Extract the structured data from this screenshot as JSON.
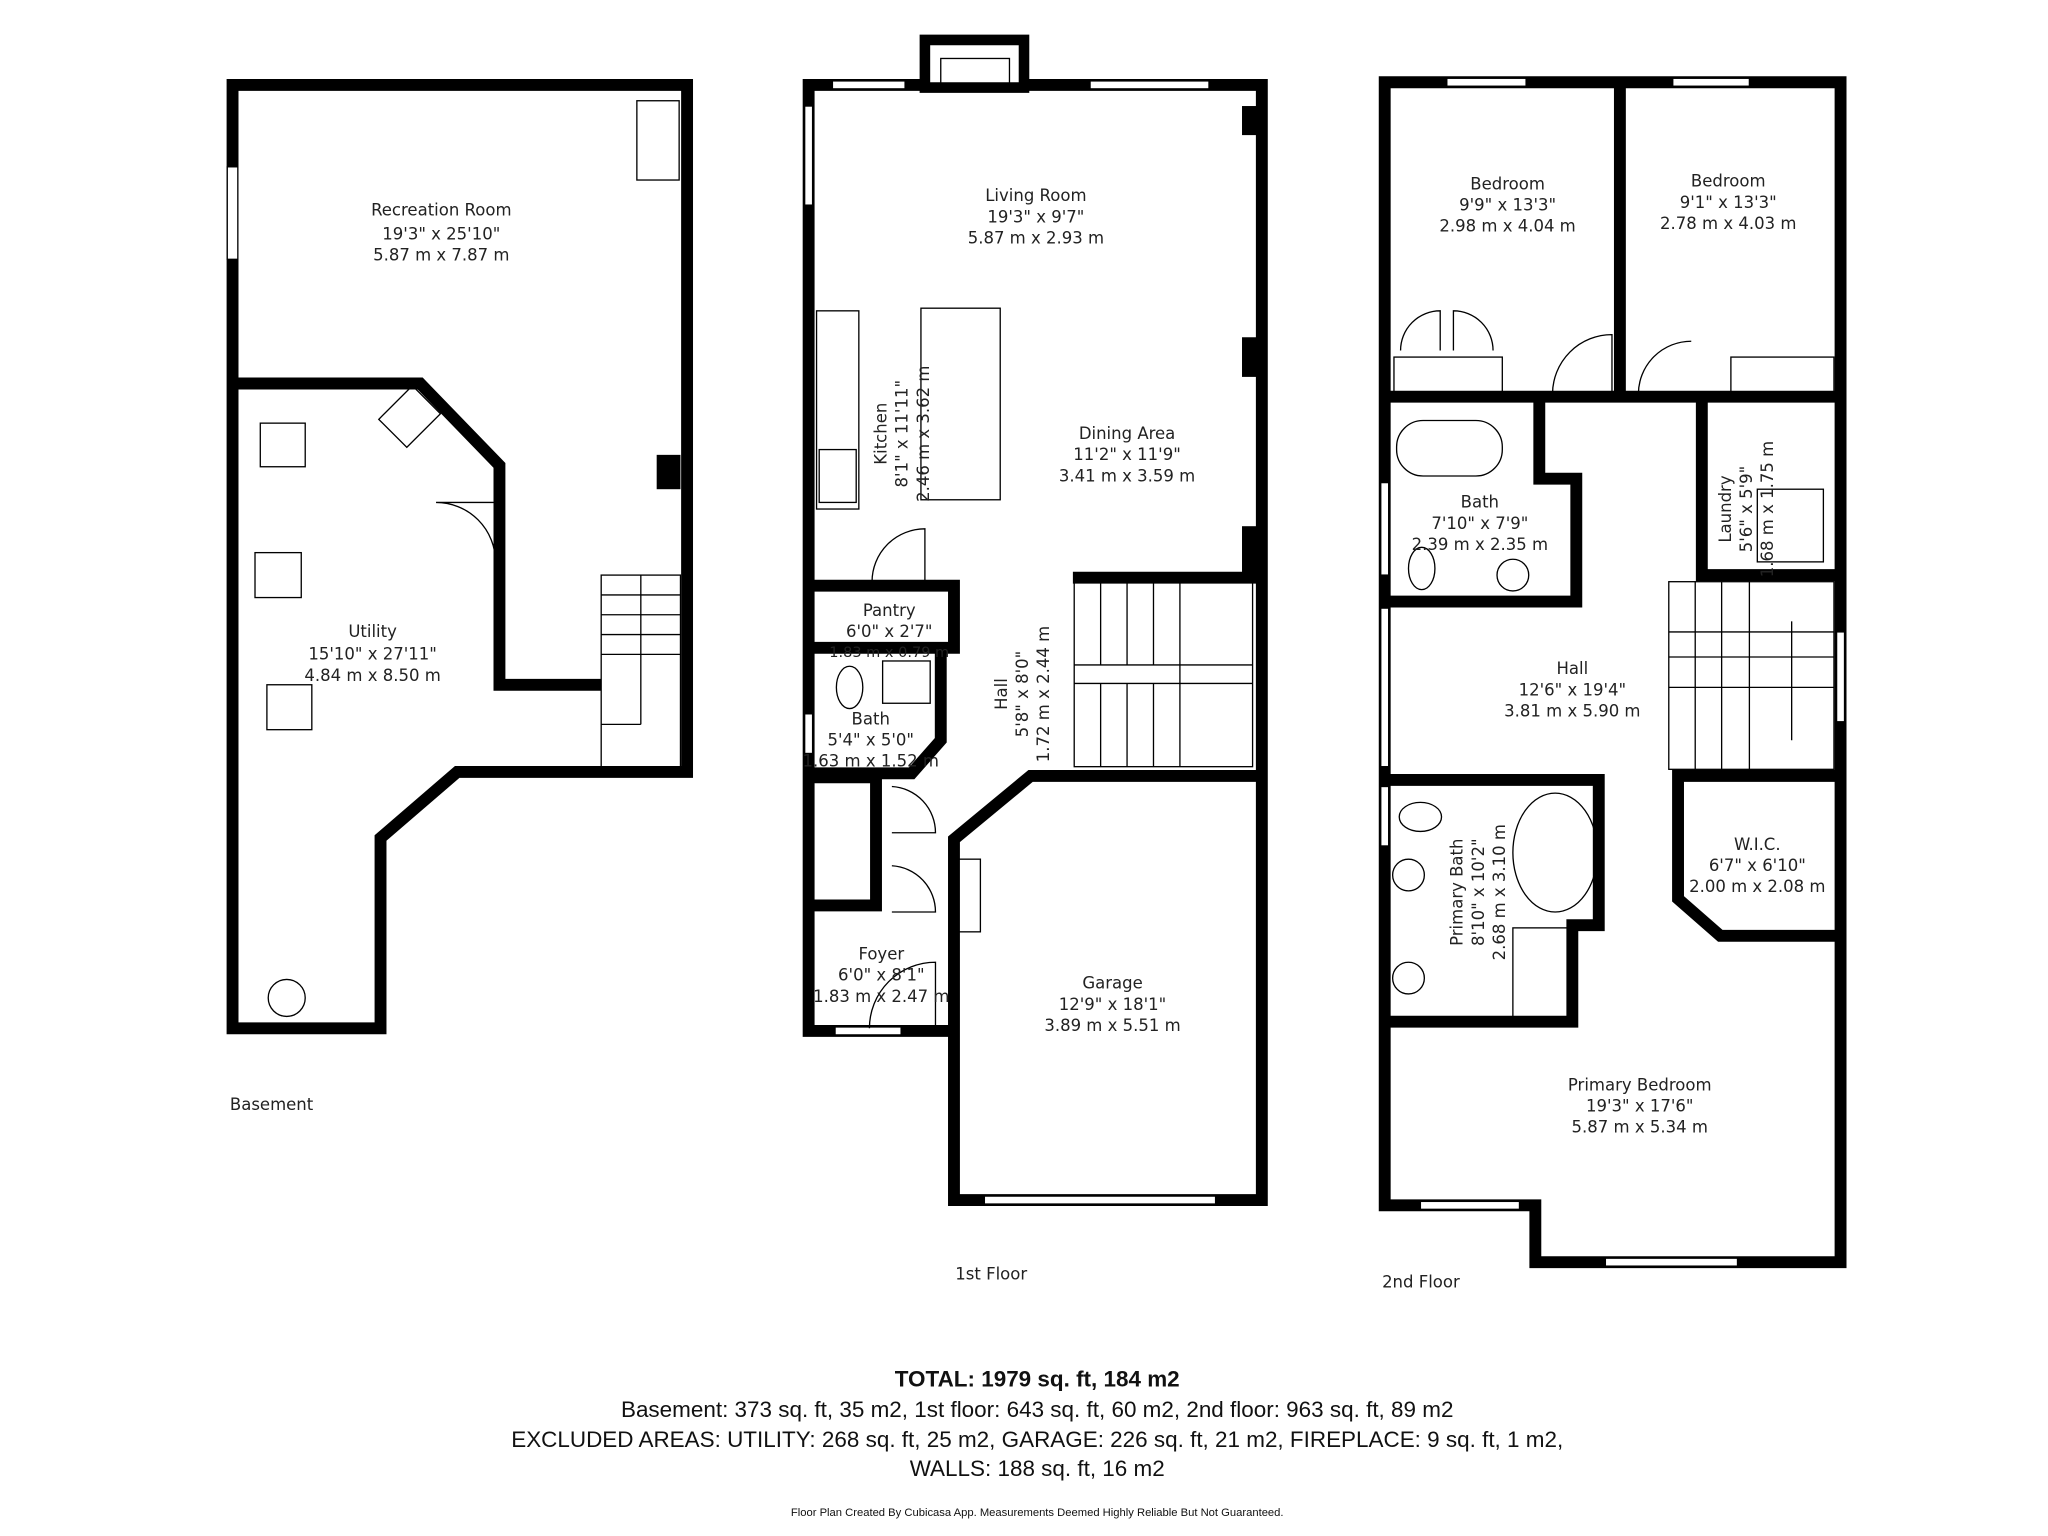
{
  "floors": {
    "basement": {
      "label": "Basement",
      "rooms": [
        {
          "name": "Recreation Room",
          "imperial": "19'3\" x 25'10\"",
          "metric": "5.87 m x 7.87 m"
        },
        {
          "name": "Utility",
          "imperial": "15'10\" x 27'11\"",
          "metric": "4.84 m x 8.50 m"
        }
      ]
    },
    "first": {
      "label": "1st Floor",
      "rooms": [
        {
          "name": "Living Room",
          "imperial": "19'3\" x 9'7\"",
          "metric": "5.87 m x 2.93 m"
        },
        {
          "name": "Kitchen",
          "imperial": "8'1\" x 11'11\"",
          "metric": "2.46 m x 3.62 m"
        },
        {
          "name": "Dining Area",
          "imperial": "11'2\" x 11'9\"",
          "metric": "3.41 m x 3.59 m"
        },
        {
          "name": "Pantry",
          "imperial": "6'0\" x 2'7\"",
          "metric": "1.83 m x 0.79 m"
        },
        {
          "name": "Bath",
          "imperial": "5'4\" x 5'0\"",
          "metric": "1.63 m x 1.52 m"
        },
        {
          "name": "Hall",
          "imperial": "5'8\" x 8'0\"",
          "metric": "1.72 m x 2.44 m"
        },
        {
          "name": "Foyer",
          "imperial": "6'0\" x 8'1\"",
          "metric": "1.83 m x 2.47 m"
        },
        {
          "name": "Garage",
          "imperial": "12'9\" x 18'1\"",
          "metric": "3.89 m x 5.51 m"
        }
      ]
    },
    "second": {
      "label": "2nd Floor",
      "rooms": [
        {
          "name": "Bedroom",
          "imperial": "9'9\" x 13'3\"",
          "metric": "2.98 m x 4.04 m"
        },
        {
          "name": "Bedroom",
          "imperial": "9'1\" x 13'3\"",
          "metric": "2.78 m x 4.03 m"
        },
        {
          "name": "Bath",
          "imperial": "7'10\" x 7'9\"",
          "metric": "2.39 m x 2.35 m"
        },
        {
          "name": "Laundry",
          "imperial": "5'6\" x 5'9\"",
          "metric": "1.68 m x 1.75 m"
        },
        {
          "name": "Hall",
          "imperial": "12'6\" x 19'4\"",
          "metric": "3.81 m x 5.90 m"
        },
        {
          "name": "Primary Bath",
          "imperial": "8'10\" x 10'2\"",
          "metric": "2.68 m x 3.10 m"
        },
        {
          "name": "W.I.C.",
          "imperial": "6'7\" x 6'10\"",
          "metric": "2.00 m x 2.08 m"
        },
        {
          "name": "Primary Bedroom",
          "imperial": "19'3\" x 17'6\"",
          "metric": "5.87 m x 5.34 m"
        }
      ]
    }
  },
  "summary": {
    "total": "TOTAL: 1979 sq. ft, 184 m2",
    "floors_line": "Basement: 373 sq. ft, 35 m2, 1st floor: 643 sq. ft, 60 m2, 2nd floor: 963 sq. ft, 89 m2",
    "excluded_line": "EXCLUDED AREAS: UTILITY: 268 sq. ft, 25 m2, GARAGE: 226 sq. ft, 21 m2, FIREPLACE: 9 sq. ft, 1 m2,",
    "walls_line": "WALLS: 188 sq. ft, 16 m2",
    "disclaimer": "Floor Plan Created By Cubicasa App. Measurements Deemed Highly Reliable But Not Guaranteed."
  }
}
